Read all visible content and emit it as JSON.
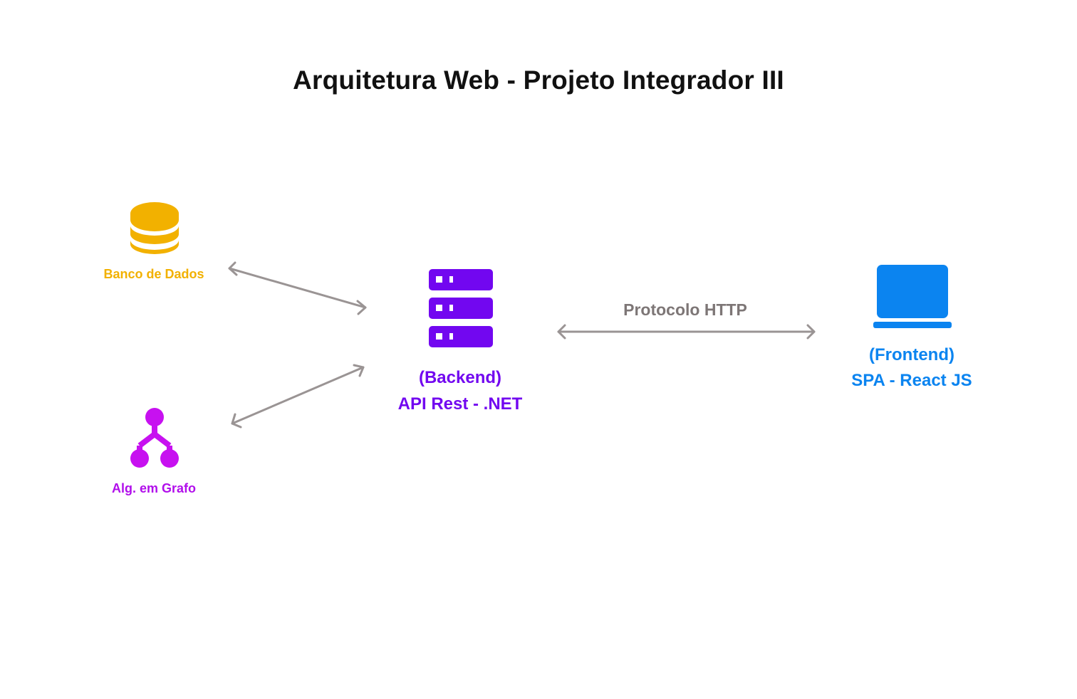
{
  "diagram": {
    "title": "Arquitetura Web - Projeto Integrador III",
    "nodes": {
      "database": {
        "label": "Banco de Dados",
        "icon": "database-icon",
        "color": "#F2B100"
      },
      "graph": {
        "label": "Alg. em Grafo",
        "icon": "graph-tree-icon",
        "color": "#B10EEB"
      },
      "backend": {
        "label_line1": "(Backend)",
        "label_line2": "API Rest - .NET",
        "icon": "server-icon",
        "color": "#7207F0"
      },
      "frontend": {
        "label_line1": "(Frontend)",
        "label_line2": "SPA - React JS",
        "icon": "laptop-icon",
        "color": "#0B84F0"
      }
    },
    "edges": [
      {
        "from": "database",
        "to": "backend",
        "bidirectional": true,
        "label": ""
      },
      {
        "from": "graph",
        "to": "backend",
        "bidirectional": true,
        "label": ""
      },
      {
        "from": "backend",
        "to": "frontend",
        "bidirectional": true,
        "label": "Protocolo HTTP"
      }
    ],
    "edge_color": "#9a9494"
  }
}
